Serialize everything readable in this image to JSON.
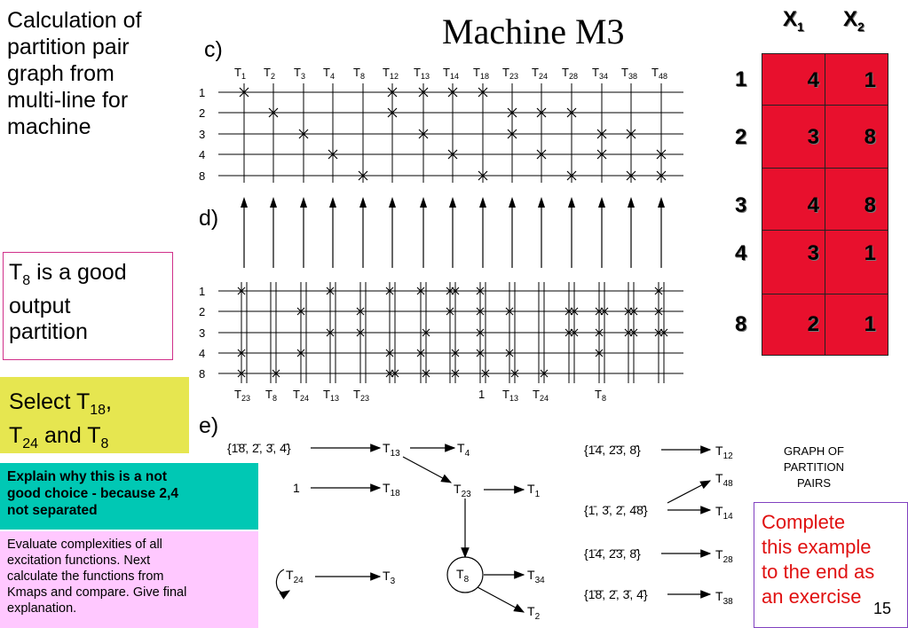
{
  "left_notes": {
    "calc_title": [
      "Calculation of",
      "partition pair",
      "graph from",
      "multi-line for",
      "machine"
    ],
    "t8_good": {
      "base": "T",
      "sub": "8",
      "rest": " is a good",
      "line2": "output",
      "line3": "partition"
    },
    "select": {
      "line1_pre": "Select T",
      "line1_sub": "18",
      "line1_post": ",",
      "line2_a": "T",
      "line2_a_sub": "24",
      "line2_mid": " and T",
      "line2_b_sub": "8"
    },
    "explain": [
      "Explain why this is a not",
      "good choice - because 2,4",
      "not separated"
    ],
    "evaluate": [
      "Evaluate complexities of all",
      "excitation functions. Next",
      "calculate the functions from",
      "Kmaps and compare. Give final",
      "explanation."
    ],
    "exercise": [
      "Complete",
      "this example",
      "to the end as",
      "an exercise"
    ],
    "page_number": "15"
  },
  "machine_title": "Machine M3",
  "section_labels": {
    "c": "c)",
    "d": "d)",
    "e": "e)"
  },
  "state_table": {
    "col_headers": [
      {
        "base": "X",
        "sub": "1"
      },
      {
        "base": "X",
        "sub": "2"
      }
    ],
    "rows": [
      {
        "state": "1",
        "x1": "4",
        "x2": "1"
      },
      {
        "state": "2",
        "x1": "3",
        "x2": "8"
      },
      {
        "state": "3",
        "x1": "4",
        "x2": "8"
      },
      {
        "state": "4",
        "x1": "3",
        "x2": "1"
      },
      {
        "state": "8",
        "x1": "2",
        "x2": "1"
      }
    ]
  },
  "multiline": {
    "row_labels": [
      "1",
      "2",
      "3",
      "4",
      "8"
    ],
    "col_labels": [
      {
        "base": "T",
        "sub": "1"
      },
      {
        "base": "T",
        "sub": "2"
      },
      {
        "base": "T",
        "sub": "3"
      },
      {
        "base": "T",
        "sub": "4"
      },
      {
        "base": "T",
        "sub": "8"
      },
      {
        "base": "T",
        "sub": "12"
      },
      {
        "base": "T",
        "sub": "13"
      },
      {
        "base": "T",
        "sub": "14"
      },
      {
        "base": "T",
        "sub": "18"
      },
      {
        "base": "T",
        "sub": "23"
      },
      {
        "base": "T",
        "sub": "24"
      },
      {
        "base": "T",
        "sub": "28"
      },
      {
        "base": "T",
        "sub": "34"
      },
      {
        "base": "T",
        "sub": "38"
      },
      {
        "base": "T",
        "sub": "48"
      }
    ],
    "c_crosses": [
      [
        0
      ],
      [
        1
      ],
      [
        2
      ],
      [
        3
      ],
      [
        4
      ],
      [
        0,
        1
      ],
      [
        0,
        2
      ],
      [
        0,
        3
      ],
      [
        0,
        4
      ],
      [
        1,
        2
      ],
      [
        1,
        3
      ],
      [
        1,
        4
      ],
      [
        2,
        3
      ],
      [
        2,
        4
      ],
      [
        3,
        4
      ]
    ],
    "d_bottom_labels": [
      {
        "base": "T",
        "sub": "23"
      },
      {
        "base": "T",
        "sub": "8"
      },
      {
        "base": "T",
        "sub": "24"
      },
      {
        "base": "T",
        "sub": "13"
      },
      {
        "base": "T",
        "sub": "23"
      },
      {
        "base": "1",
        "sub": ""
      },
      {
        "base": "T",
        "sub": "13"
      },
      {
        "base": "T",
        "sub": "24"
      },
      {
        "base": "T",
        "sub": "8"
      }
    ]
  },
  "graph": {
    "caption": [
      "GRAPH OF",
      "PARTITION",
      "PAIRS"
    ],
    "left_nodes": {
      "set_a": "{1̄8̄, 2̄, 3̄, 4̄}",
      "one": "1",
      "t13": {
        "base": "T",
        "sub": "13"
      },
      "t4": {
        "base": "T",
        "sub": "4"
      },
      "t18": {
        "base": "T",
        "sub": "18"
      },
      "t23": {
        "base": "T",
        "sub": "23"
      },
      "t1": {
        "base": "T",
        "sub": "1"
      },
      "t24": {
        "base": "T",
        "sub": "24"
      },
      "t3": {
        "base": "T",
        "sub": "3"
      },
      "t8": {
        "base": "T",
        "sub": "8"
      },
      "t34": {
        "base": "T",
        "sub": "34"
      },
      "t2": {
        "base": "T",
        "sub": "2"
      }
    },
    "right_rows": [
      {
        "set": "{1̄4̄, 2̄3̄, 8̄}",
        "targets": [
          {
            "base": "T",
            "sub": "12"
          }
        ]
      },
      {
        "set": "{1̄, 3̄, 2̄, 4̄8̄}",
        "targets": [
          {
            "base": "T",
            "sub": "48"
          },
          {
            "base": "T",
            "sub": "14"
          }
        ]
      },
      {
        "set": "{1̄4̄, 2̄3̄, 8̄}",
        "targets": [
          {
            "base": "T",
            "sub": "28"
          }
        ]
      },
      {
        "set": "{1̄8̄, 2̄, 3̄, 4̄}",
        "targets": [
          {
            "base": "T",
            "sub": "38"
          }
        ]
      }
    ]
  }
}
